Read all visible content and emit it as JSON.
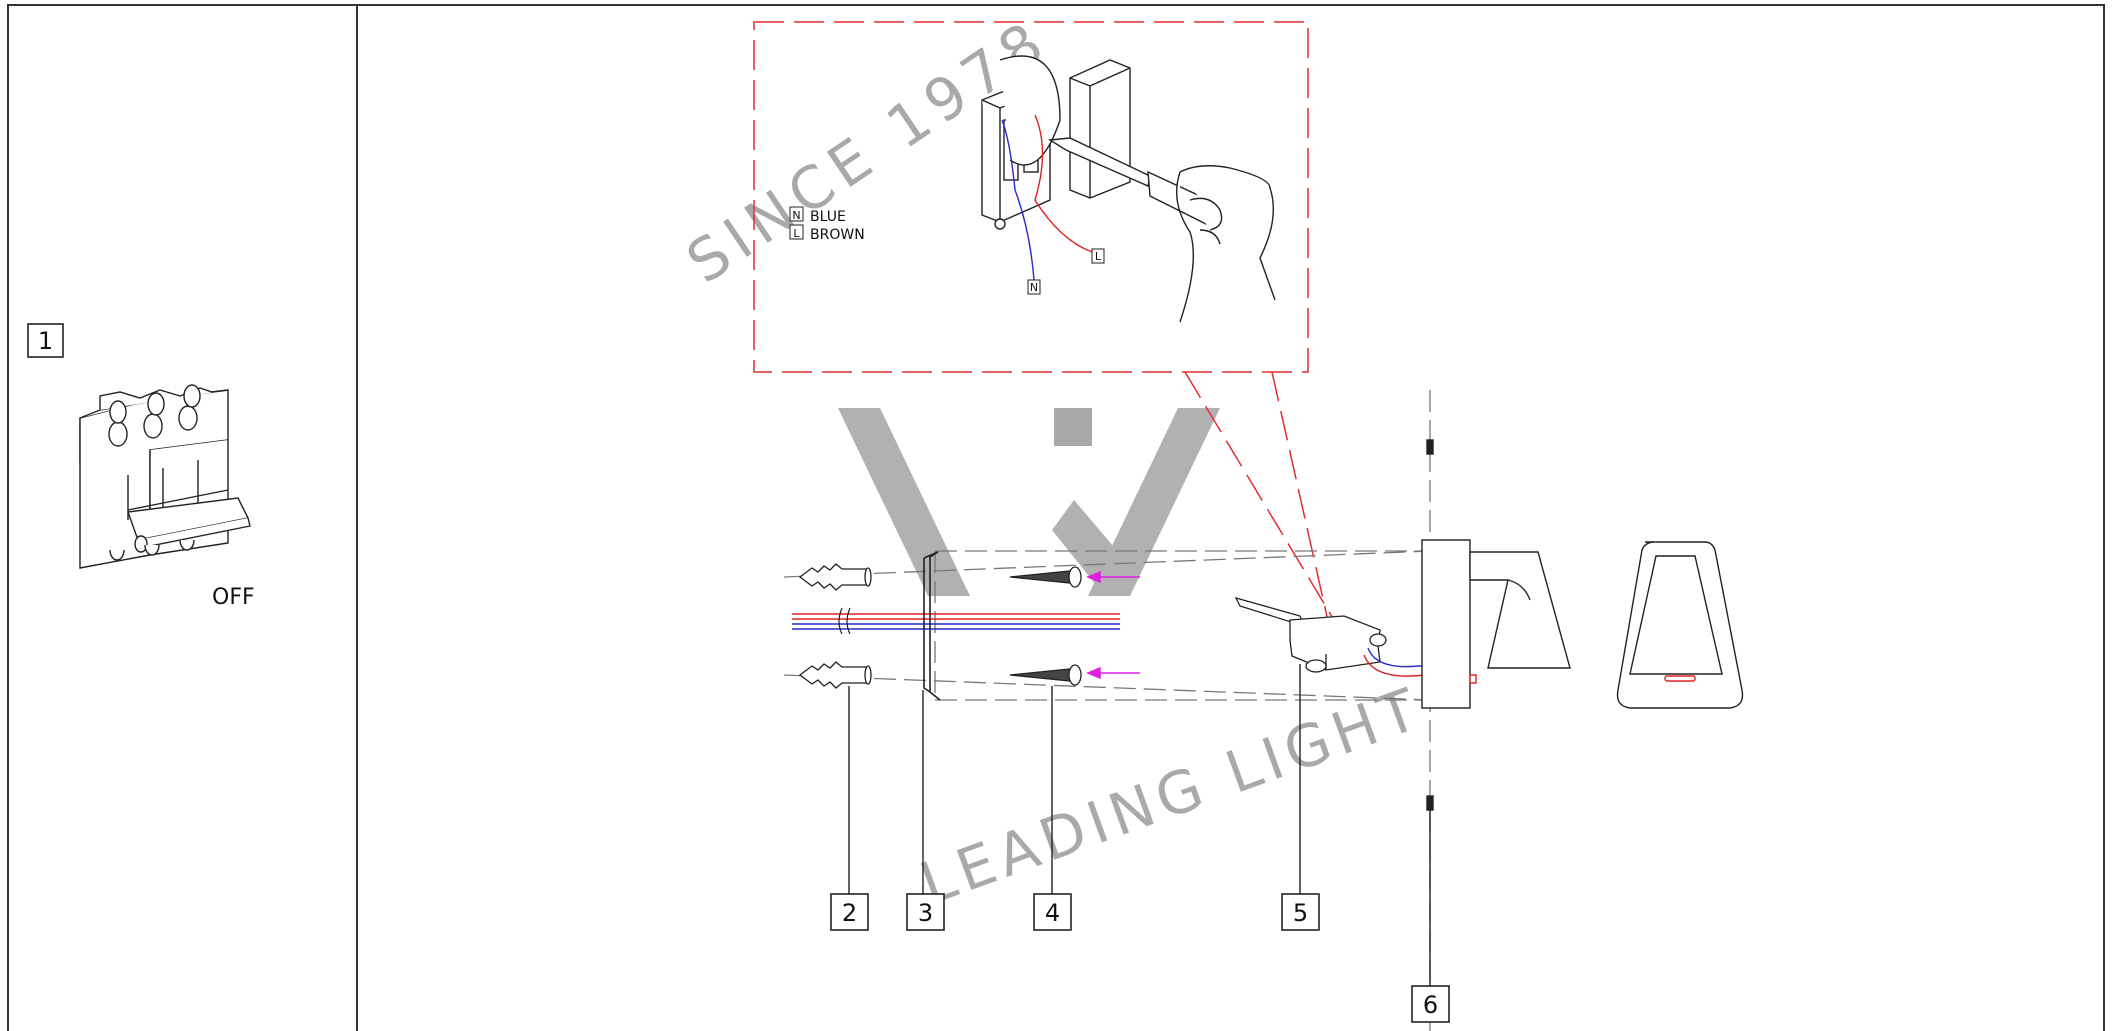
{
  "panel_left": {
    "step_number": "1",
    "switch_state": "OFF"
  },
  "inset": {
    "legend": [
      {
        "code": "N",
        "text": "BLUE"
      },
      {
        "code": "L",
        "text": "BROWN"
      }
    ],
    "wire_tags": [
      "L",
      "N"
    ]
  },
  "callouts": [
    "2",
    "3",
    "4",
    "5",
    "6"
  ],
  "watermark": {
    "top_text": "SINCE 1978",
    "bottom_text": "LEADING LIGHT"
  },
  "colors": {
    "outline": "#222222",
    "inset_frame": "#e03030",
    "live_wire": "#e02020",
    "neutral_wire": "#2a2ad0",
    "direction_arrow": "#e020e0",
    "watermark": "#a9a9a9"
  },
  "icons": [
    "circuit-breaker-icon",
    "wall-plug-icon",
    "mounting-bracket-icon",
    "screw-icon",
    "terminal-block-icon",
    "wall-lamp-icon",
    "screwdriver-hand-icon",
    "junction-box-icon"
  ]
}
